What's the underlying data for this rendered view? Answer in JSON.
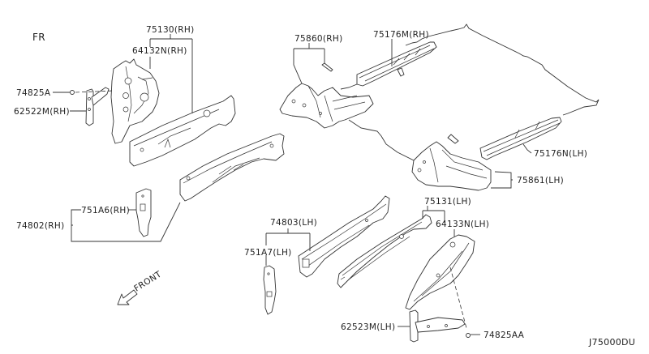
{
  "diagram": {
    "orientation_label": "FR",
    "front_label": "FRONT",
    "diagram_code": "J75000DU",
    "callouts": {
      "p75130": "75130(RH)",
      "p64132N": "64132N(RH)",
      "p74825A": "74825A",
      "p62522M": "62522M(RH)",
      "p75860": "75860(RH)",
      "p75176M": "75176M(RH)",
      "p75176N": "75176N(LH)",
      "p75861": "75861(LH)",
      "p751A6": "751A6(RH)",
      "p74802": "74802(RH)",
      "p74803": "74803(LH)",
      "p751A7": "751A7(LH)",
      "p75131": "75131(LH)",
      "p64133N": "64133N(LH)",
      "p62523M": "62523M(LH)",
      "p74825AA": "74825AA"
    }
  }
}
